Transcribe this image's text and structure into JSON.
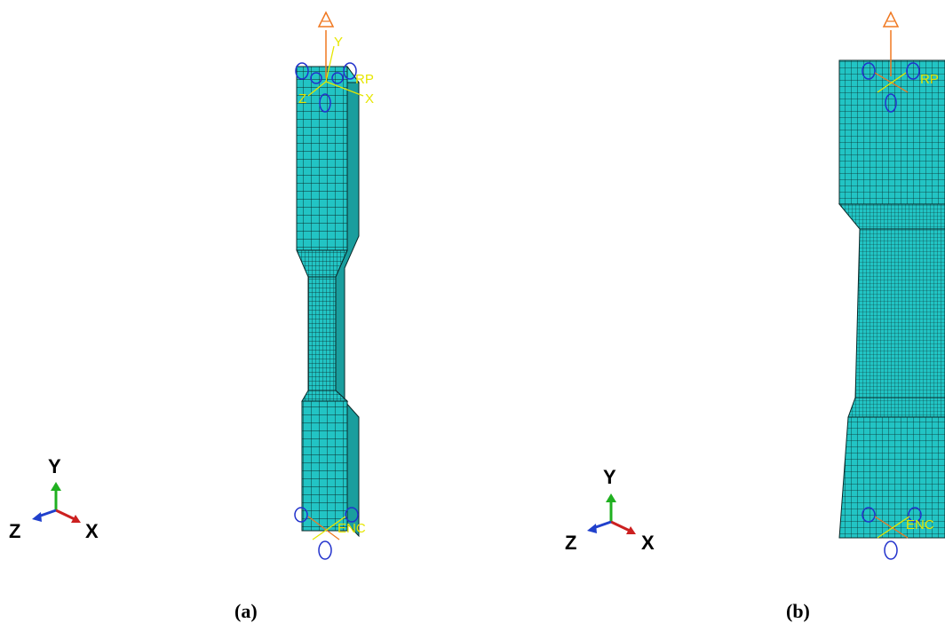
{
  "captions": {
    "a": "(a)",
    "b": "(b)"
  },
  "triad": {
    "x": "X",
    "y": "Y",
    "z": "Z"
  },
  "labels": {
    "rp": "RP",
    "enc": "ENC",
    "local_x": "X",
    "local_y": "Y",
    "local_z": "Z"
  },
  "colors": {
    "mesh_fill": "#22c4c4",
    "mesh_line": "#0a2a2a",
    "load_arrow": "#f07820",
    "constraint": "#2232cc",
    "annotation": "#e6e600",
    "axis_x": "#cc2020",
    "axis_y": "#20b020",
    "axis_z": "#2040cc"
  },
  "icons": [
    "load-arrow-icon",
    "pin-constraint-icon",
    "coordinate-triad-icon"
  ]
}
